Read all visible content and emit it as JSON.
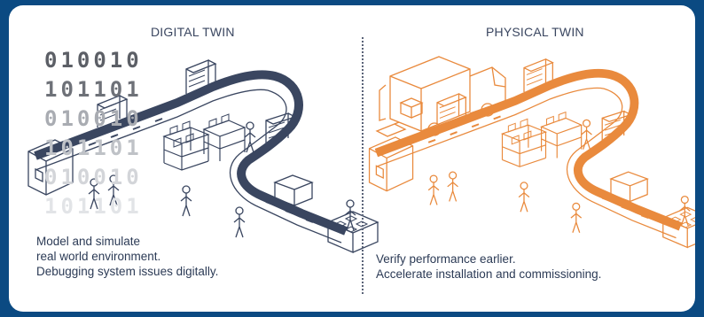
{
  "left": {
    "title": "DIGITAL TWIN",
    "binary_rows": [
      "010010",
      "101101",
      "010010",
      "101101",
      "010010",
      "101101"
    ],
    "caption_lines": [
      "Model and simulate",
      "real world environment.",
      "Debugging system issues digitally."
    ]
  },
  "right": {
    "title": "PHYSICAL TWIN",
    "caption_lines": [
      "Verify performance earlier.",
      "Accelerate installation and commissioning."
    ]
  },
  "colors": {
    "background": "#0b4a82",
    "digital_line": "#3a4660",
    "physical_line": "#e98a3d",
    "binary_dark": "#5c5f66"
  }
}
